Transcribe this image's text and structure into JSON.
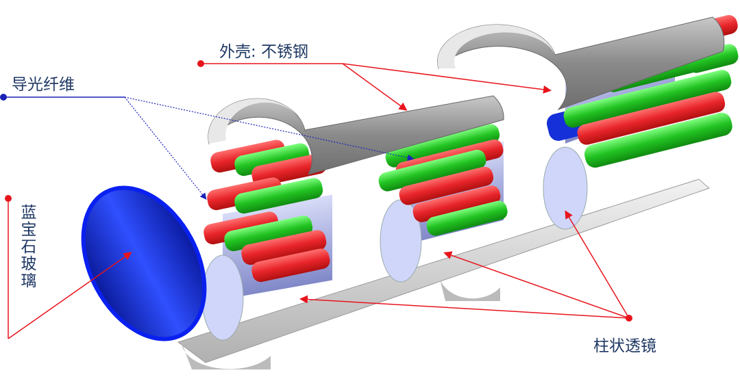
{
  "labels": {
    "shell": "外壳: 不锈钢",
    "fiber": "导光纤维",
    "sapphire": "蓝宝石玻璃",
    "lens": "柱状透镜"
  },
  "colors": {
    "callout_red": "#e8141c",
    "callout_blue": "#1a22b8",
    "text": "#1f3864",
    "shell_gray": "#8c8c8c",
    "fiber_red": "#e8252a",
    "fiber_green": "#22c322",
    "lens_blue": "#b8bff0",
    "sapphire_blue": "#1530d8"
  }
}
